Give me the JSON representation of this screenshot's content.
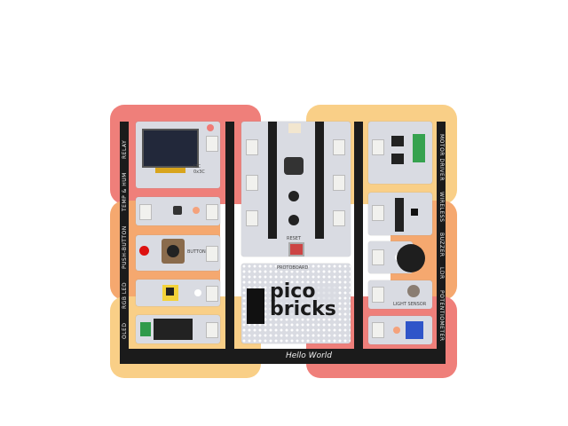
{
  "colors": {
    "red": "#ef7f7a",
    "orange": "#f5a86f",
    "yellow": "#f9cf87",
    "board": "#1b1b1b",
    "module": "#d9dbe2"
  },
  "left_strip": [
    "OLED",
    "RGB LED",
    "PUSH-BUTTON",
    "TEMP & HUM",
    "RELAY"
  ],
  "right_strip": [
    "MOTOR DRIVER",
    "WIRELESS",
    "BUZZER",
    "LDR",
    "POTENTIOMETER"
  ],
  "modules": {
    "oled_addr": "I2C 0x3C",
    "button": "BUTTON",
    "light": "LIGHT SENSOR",
    "reset": "RESET",
    "protoboard": "PROTOBOARD"
  },
  "brand": {
    "line1": "pico",
    "line2": "bricks"
  },
  "footer": "Hello World"
}
